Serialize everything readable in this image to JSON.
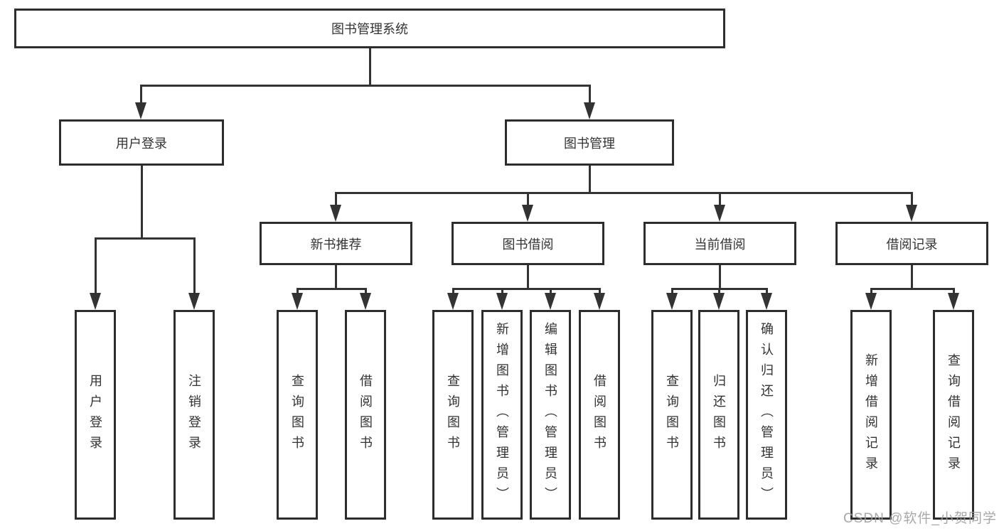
{
  "diagram": {
    "title": "图书管理系统",
    "branches": [
      {
        "label": "用户登录",
        "children": [
          "用户登录",
          "注销登录"
        ]
      },
      {
        "label": "图书管理",
        "sections": [
          {
            "label": "新书推荐",
            "children": [
              "查询图书",
              "借阅图书"
            ]
          },
          {
            "label": "图书借阅",
            "children": [
              "查询图书",
              "新增图书（管理员）",
              "编辑图书（管理员）",
              "借阅图书"
            ]
          },
          {
            "label": "当前借阅",
            "children": [
              "查询图书",
              "归还图书",
              "确认归还（管理员）"
            ]
          },
          {
            "label": "借阅记录",
            "children": [
              "新增借阅记录",
              "查询借阅记录"
            ]
          }
        ]
      }
    ]
  },
  "watermark": {
    "text": "CSDN @软件_小贺同学"
  },
  "colors": {
    "line": "#333333",
    "box_border": "#2d2d2d",
    "text": "#333333",
    "watermark": "#9e9e9e",
    "background": "#ffffff"
  }
}
